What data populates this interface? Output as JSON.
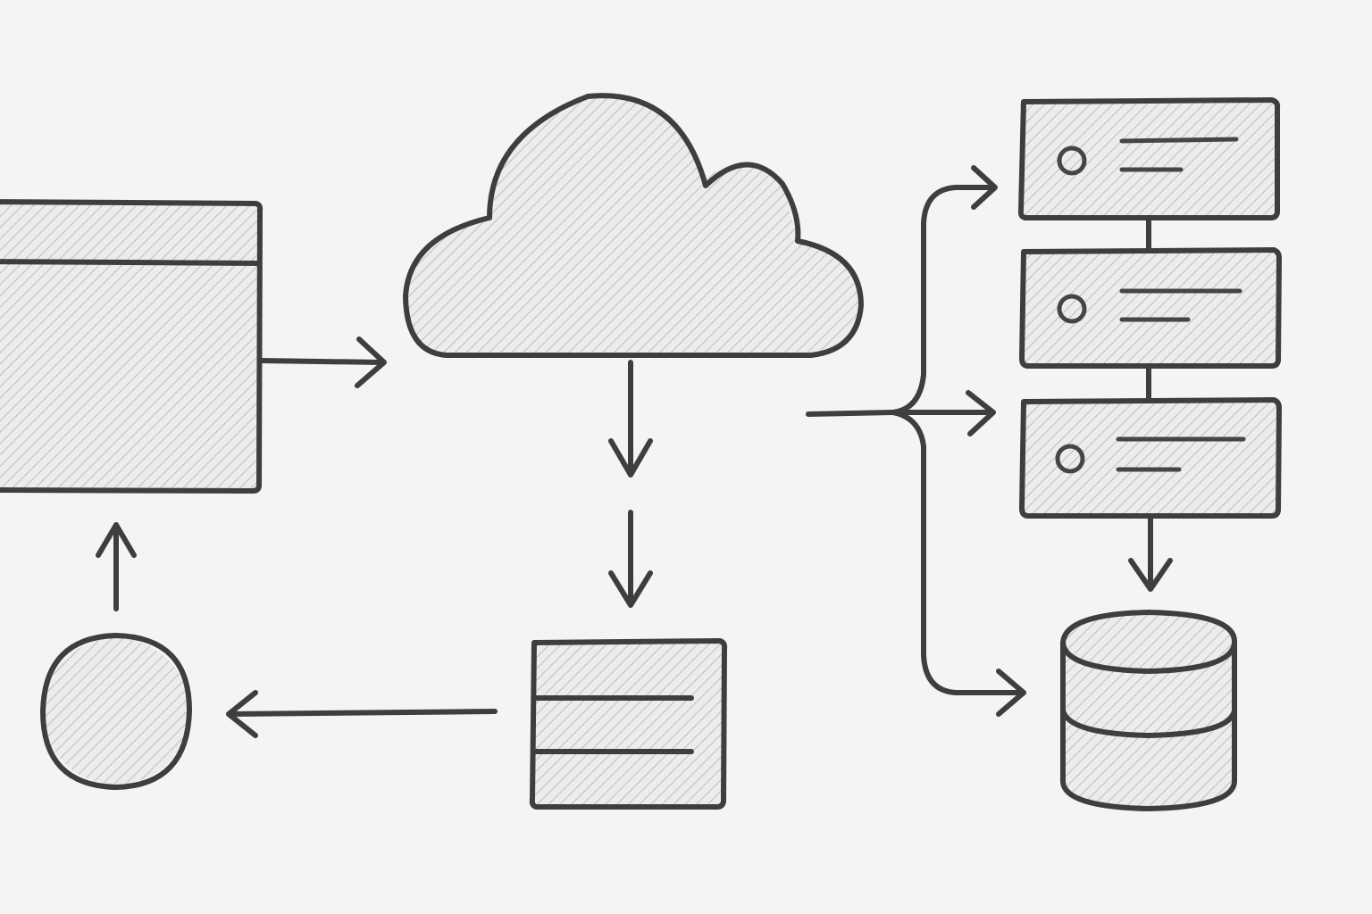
{
  "style": {
    "paper_color": "#f4f4f3",
    "pencil_color": "#3e3e3e",
    "hatch_color": "#b8b8b8"
  },
  "nodes": [
    {
      "id": "browser-window",
      "icon": "browser-window-icon"
    },
    {
      "id": "cloud",
      "icon": "cloud-icon"
    },
    {
      "id": "queue-box",
      "icon": "list-box-icon"
    },
    {
      "id": "client",
      "icon": "circle-icon"
    },
    {
      "id": "server-1",
      "icon": "server-icon"
    },
    {
      "id": "server-2",
      "icon": "server-icon"
    },
    {
      "id": "server-3",
      "icon": "server-icon"
    },
    {
      "id": "database",
      "icon": "database-icon"
    }
  ],
  "edges": [
    {
      "from": "browser-window",
      "to": "cloud"
    },
    {
      "from": "cloud",
      "to": "queue-box"
    },
    {
      "from": "queue-box",
      "to": "client"
    },
    {
      "from": "client",
      "to": "browser-window"
    },
    {
      "from": "cloud",
      "to": "server-1"
    },
    {
      "from": "cloud",
      "to": "server-3"
    },
    {
      "from": "cloud",
      "to": "database"
    },
    {
      "from": "server-3",
      "to": "database"
    }
  ]
}
